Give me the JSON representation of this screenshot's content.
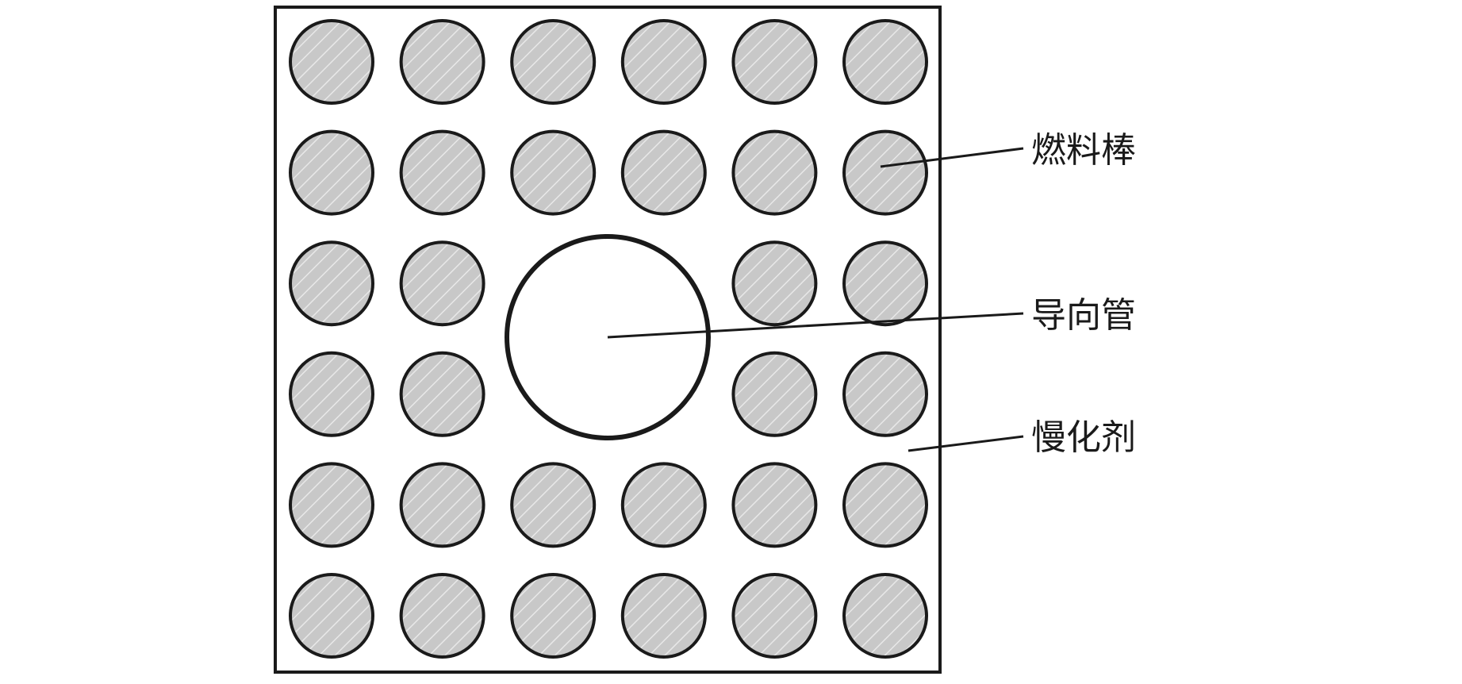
{
  "diagram": {
    "grid": {
      "rows": 6,
      "columns": 6,
      "guide_tube_rows": [
        2,
        3
      ],
      "guide_tube_columns": [
        2,
        3
      ]
    },
    "colors": {
      "fuel_rod_fill": "#c8c8c8",
      "fuel_rod_hatch": "#e6e6e6",
      "outline": "#1a1a1a",
      "background": "#ffffff"
    },
    "labels": {
      "fuel_rod": "燃料棒",
      "guide_tube": "导向管",
      "moderator": "慢化剂"
    }
  }
}
